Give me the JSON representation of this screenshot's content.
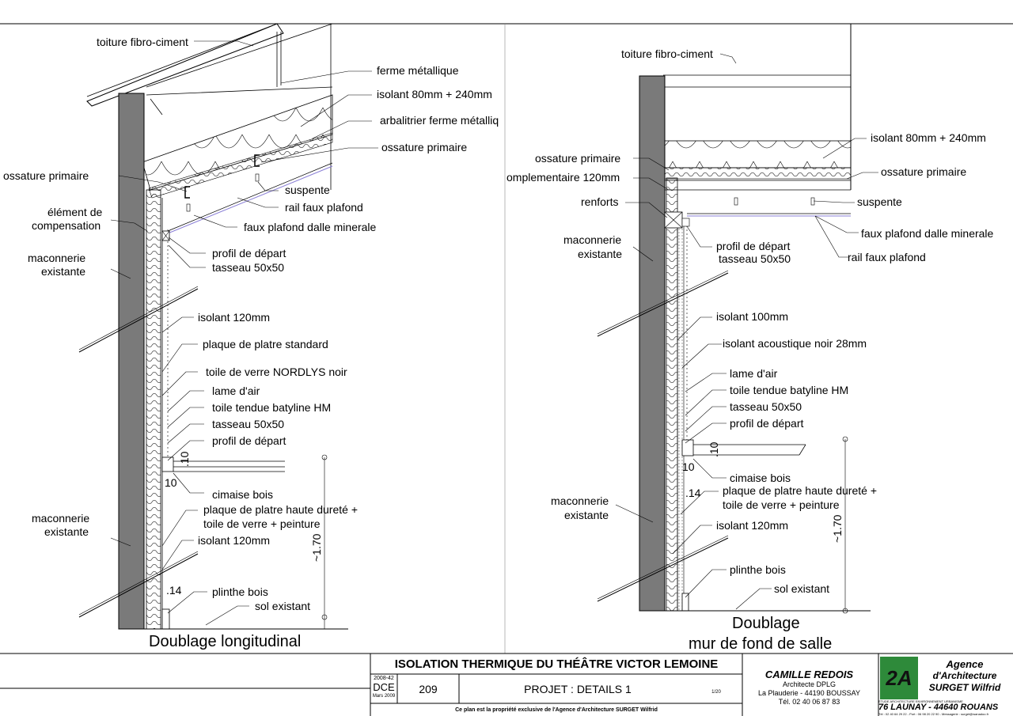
{
  "left_detail": {
    "caption": "Doublage longitudinal",
    "labels": [
      "toiture fibro-ciment",
      "ferme métallique",
      "isolant 80mm + 240mm",
      "arbalitrier ferme métalliq",
      "ossature primaire",
      "ossature primaire",
      "suspente",
      "rail faux plafond",
      "élément de",
      "compensation",
      "faux plafond dalle minerale",
      "maconnerie",
      "existante",
      "profil de départ",
      "tasseau 50x50",
      "isolant 120mm",
      "plaque de platre standard",
      "toile de verre NORDLYS noir",
      "lame d'air",
      "toile tendue batyline HM",
      "tasseau 50x50",
      "profil de départ",
      "cimaise bois",
      "plaque de platre haute dureté +",
      "toile de verre + peinture",
      "isolant 120mm",
      "maconnerie",
      "existante",
      "plinthe bois",
      "sol existant"
    ],
    "dims": [
      ".10",
      "10",
      "~1.70",
      ".14"
    ]
  },
  "right_detail": {
    "caption_line1": "Doublage",
    "caption_line2": "mur de fond de salle",
    "labels": [
      "toiture fibro-ciment",
      "isolant 80mm + 240mm",
      "ossature primaire",
      "ossature primaire",
      "omplementaire 120mm",
      "renforts",
      "suspente",
      "faux plafond dalle minerale",
      "maconnerie",
      "existante",
      "profil de départ",
      "tasseau 50x50",
      "rail faux plafond",
      "isolant 100mm",
      "isolant acoustique noir 28mm",
      "lame d'air",
      "toile tendue batyline HM",
      "tasseau 50x50",
      "profil de départ",
      "cimaise bois",
      "plaque de platre haute dureté +",
      "toile de verre + peinture",
      "maconnerie",
      "existante",
      "isolant 120mm",
      "plinthe bois",
      "sol existant"
    ],
    "dims": [
      ".10",
      "10",
      ".14",
      "~1.70"
    ]
  },
  "title_block": {
    "project_title": "ISOLATION THERMIQUE DU THÉÂTRE VICTOR LEMOINE",
    "ref": "2008-42",
    "phase": "DCE",
    "date": "Mars 2009",
    "sheet_number": "209",
    "sheet_title": "PROJET : DETAILS 1",
    "scale": "1/20",
    "ownership": "Ce plan est la propriété exclusive de l'Agence d'Architecture SURGET Wilfrid",
    "architect_name": "CAMILLE REDOIS",
    "architect_title": "Architecte DPLG",
    "architect_address": "La Plauderie - 44190 BOUSSAY",
    "architect_phone": "Tél. 02 40 06 87 83",
    "agency_line1": "Agence",
    "agency_line2": "d'Architecture",
    "agency_line3": "SURGET Wilfrid",
    "agency_address": "76 LAUNAY - 44640 ROUANS",
    "agency_tagline": "ETUDE ARCHITECTURE ENVIRONNEMENT URBANISME",
    "agency_contact": "Tél : 02 40 64 29 22 - Port : 06 98 20 22 90 - Messagerie : surget@wanadoo.fr",
    "logo_text": "2A"
  },
  "colors": {
    "masonry": "#7a7a7a",
    "line": "#000000",
    "ceiling_accent": "#8a7fd6"
  }
}
